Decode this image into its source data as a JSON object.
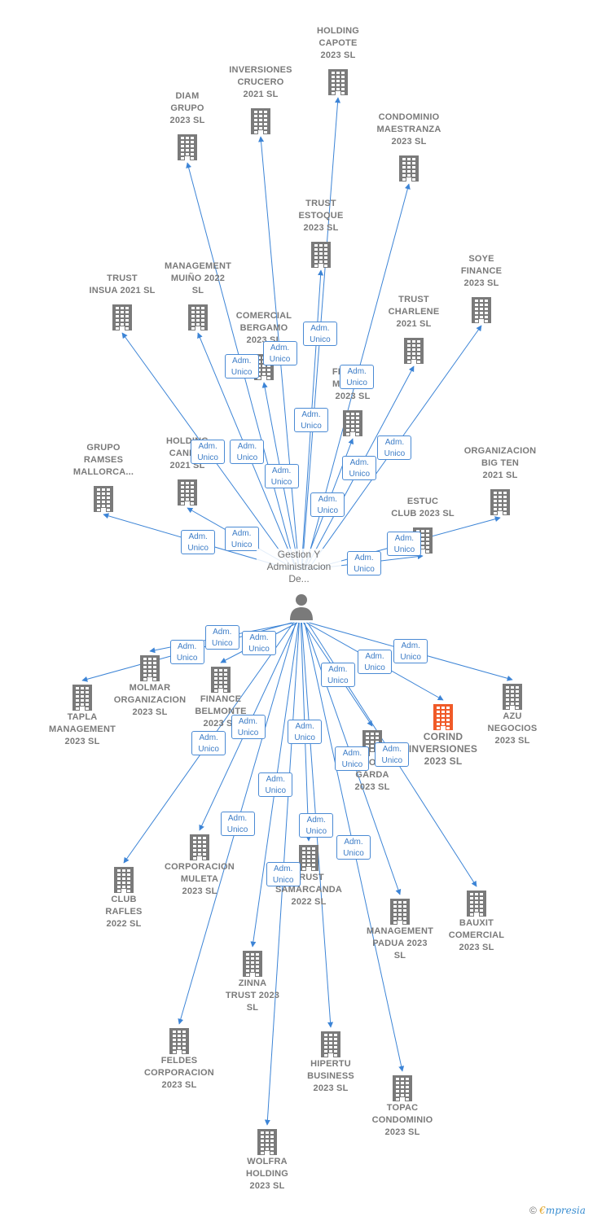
{
  "center": {
    "label": "Gestion Y\nAdministracion\nDe...",
    "icon": "person-icon"
  },
  "edge_label": "Adm.\nUnico",
  "colors": {
    "edge": "#3c84d6",
    "building": "#7a7a7a",
    "highlight": "#f05a28",
    "text": "#7a7a7a"
  },
  "companies": [
    {
      "id": "holding-capote",
      "label": "HOLDING\nCAPOTE\n2023  SL"
    },
    {
      "id": "inversiones-crucero",
      "label": "INVERSIONES\nCRUCERO\n2021  SL"
    },
    {
      "id": "diam-grupo",
      "label": "DIAM\nGRUPO\n2023  SL"
    },
    {
      "id": "condominio-maestranza",
      "label": "CONDOMINIO\nMAESTRANZA\n2023  SL"
    },
    {
      "id": "trust-estoque",
      "label": "TRUST\nESTOQUE\n2023  SL"
    },
    {
      "id": "management-muino",
      "label": "MANAGEMENT\nMUIÑO 2022\nSL"
    },
    {
      "id": "trust-insua",
      "label": "TRUST\nINSUA 2021  SL"
    },
    {
      "id": "soye-finance",
      "label": "SOYE\nFINANCE\n2023  SL"
    },
    {
      "id": "trust-charlene",
      "label": "TRUST\nCHARLENE\n2021  SL"
    },
    {
      "id": "comercial-bergamo",
      "label": "COMERCIAL\nBERGAMO\n2023  SL"
    },
    {
      "id": "finance-merano",
      "label": "FINANCE\nMERANO\n2023  SL"
    },
    {
      "id": "grupo-ramses",
      "label": "GRUPO\nRAMSES\nMALLORCA..."
    },
    {
      "id": "holding-canido",
      "label": "HOLDING\nCANIDO\n2021  SL"
    },
    {
      "id": "organizacion-big-ten",
      "label": "ORGANIZACION\nBIG TEN\n2021  SL"
    },
    {
      "id": "estuc-club",
      "label": "ESTUC\nCLUB 2023  SL"
    },
    {
      "id": "molmar-organizacion",
      "label": "MOLMAR\nORGANIZACION\n2023  SL"
    },
    {
      "id": "tapla-management",
      "label": "TAPLA\nMANAGEMENT\n2023  SL"
    },
    {
      "id": "finance-belmonte",
      "label": "FINANCE\nBELMONTE\n2023  SL"
    },
    {
      "id": "corind-inversiones",
      "label": "CORIND\nINVERSIONES\n2023  SL",
      "highlight": true
    },
    {
      "id": "azu-negocios",
      "label": "AZU\nNEGOCIOS\n2023  SL"
    },
    {
      "id": "condominio-garda",
      "label": "CONDOMINIO\nGARDA\n2023  SL"
    },
    {
      "id": "corporacion-muleta",
      "label": "CORPORACION\nMULETA\n2023  SL"
    },
    {
      "id": "club-rafles",
      "label": "CLUB\nRAFLES\n2022  SL"
    },
    {
      "id": "trust-samarcanda",
      "label": "TRUST\nSAMARCANDA\n2022  SL"
    },
    {
      "id": "management-padua",
      "label": "MANAGEMENT\nPADUA 2023\nSL"
    },
    {
      "id": "bauxit-comercial",
      "label": "BAUXIT\nCOMERCIAL\n2023  SL"
    },
    {
      "id": "zinna-trust",
      "label": "ZINNA\nTRUST 2023\nSL"
    },
    {
      "id": "feldes-corporacion",
      "label": "FELDES\nCORPORACION\n2023  SL"
    },
    {
      "id": "hipertu-business",
      "label": "HIPERTU\nBUSINESS\n2023  SL"
    },
    {
      "id": "topac-condominio",
      "label": "TOPAC\nCONDOMINIO\n2023  SL"
    },
    {
      "id": "wolfra-holding",
      "label": "WOLFRA\nHOLDING\n2023  SL"
    }
  ],
  "footer": {
    "copyright": "©",
    "brand_first": "€",
    "brand_rest": "mpresia"
  }
}
